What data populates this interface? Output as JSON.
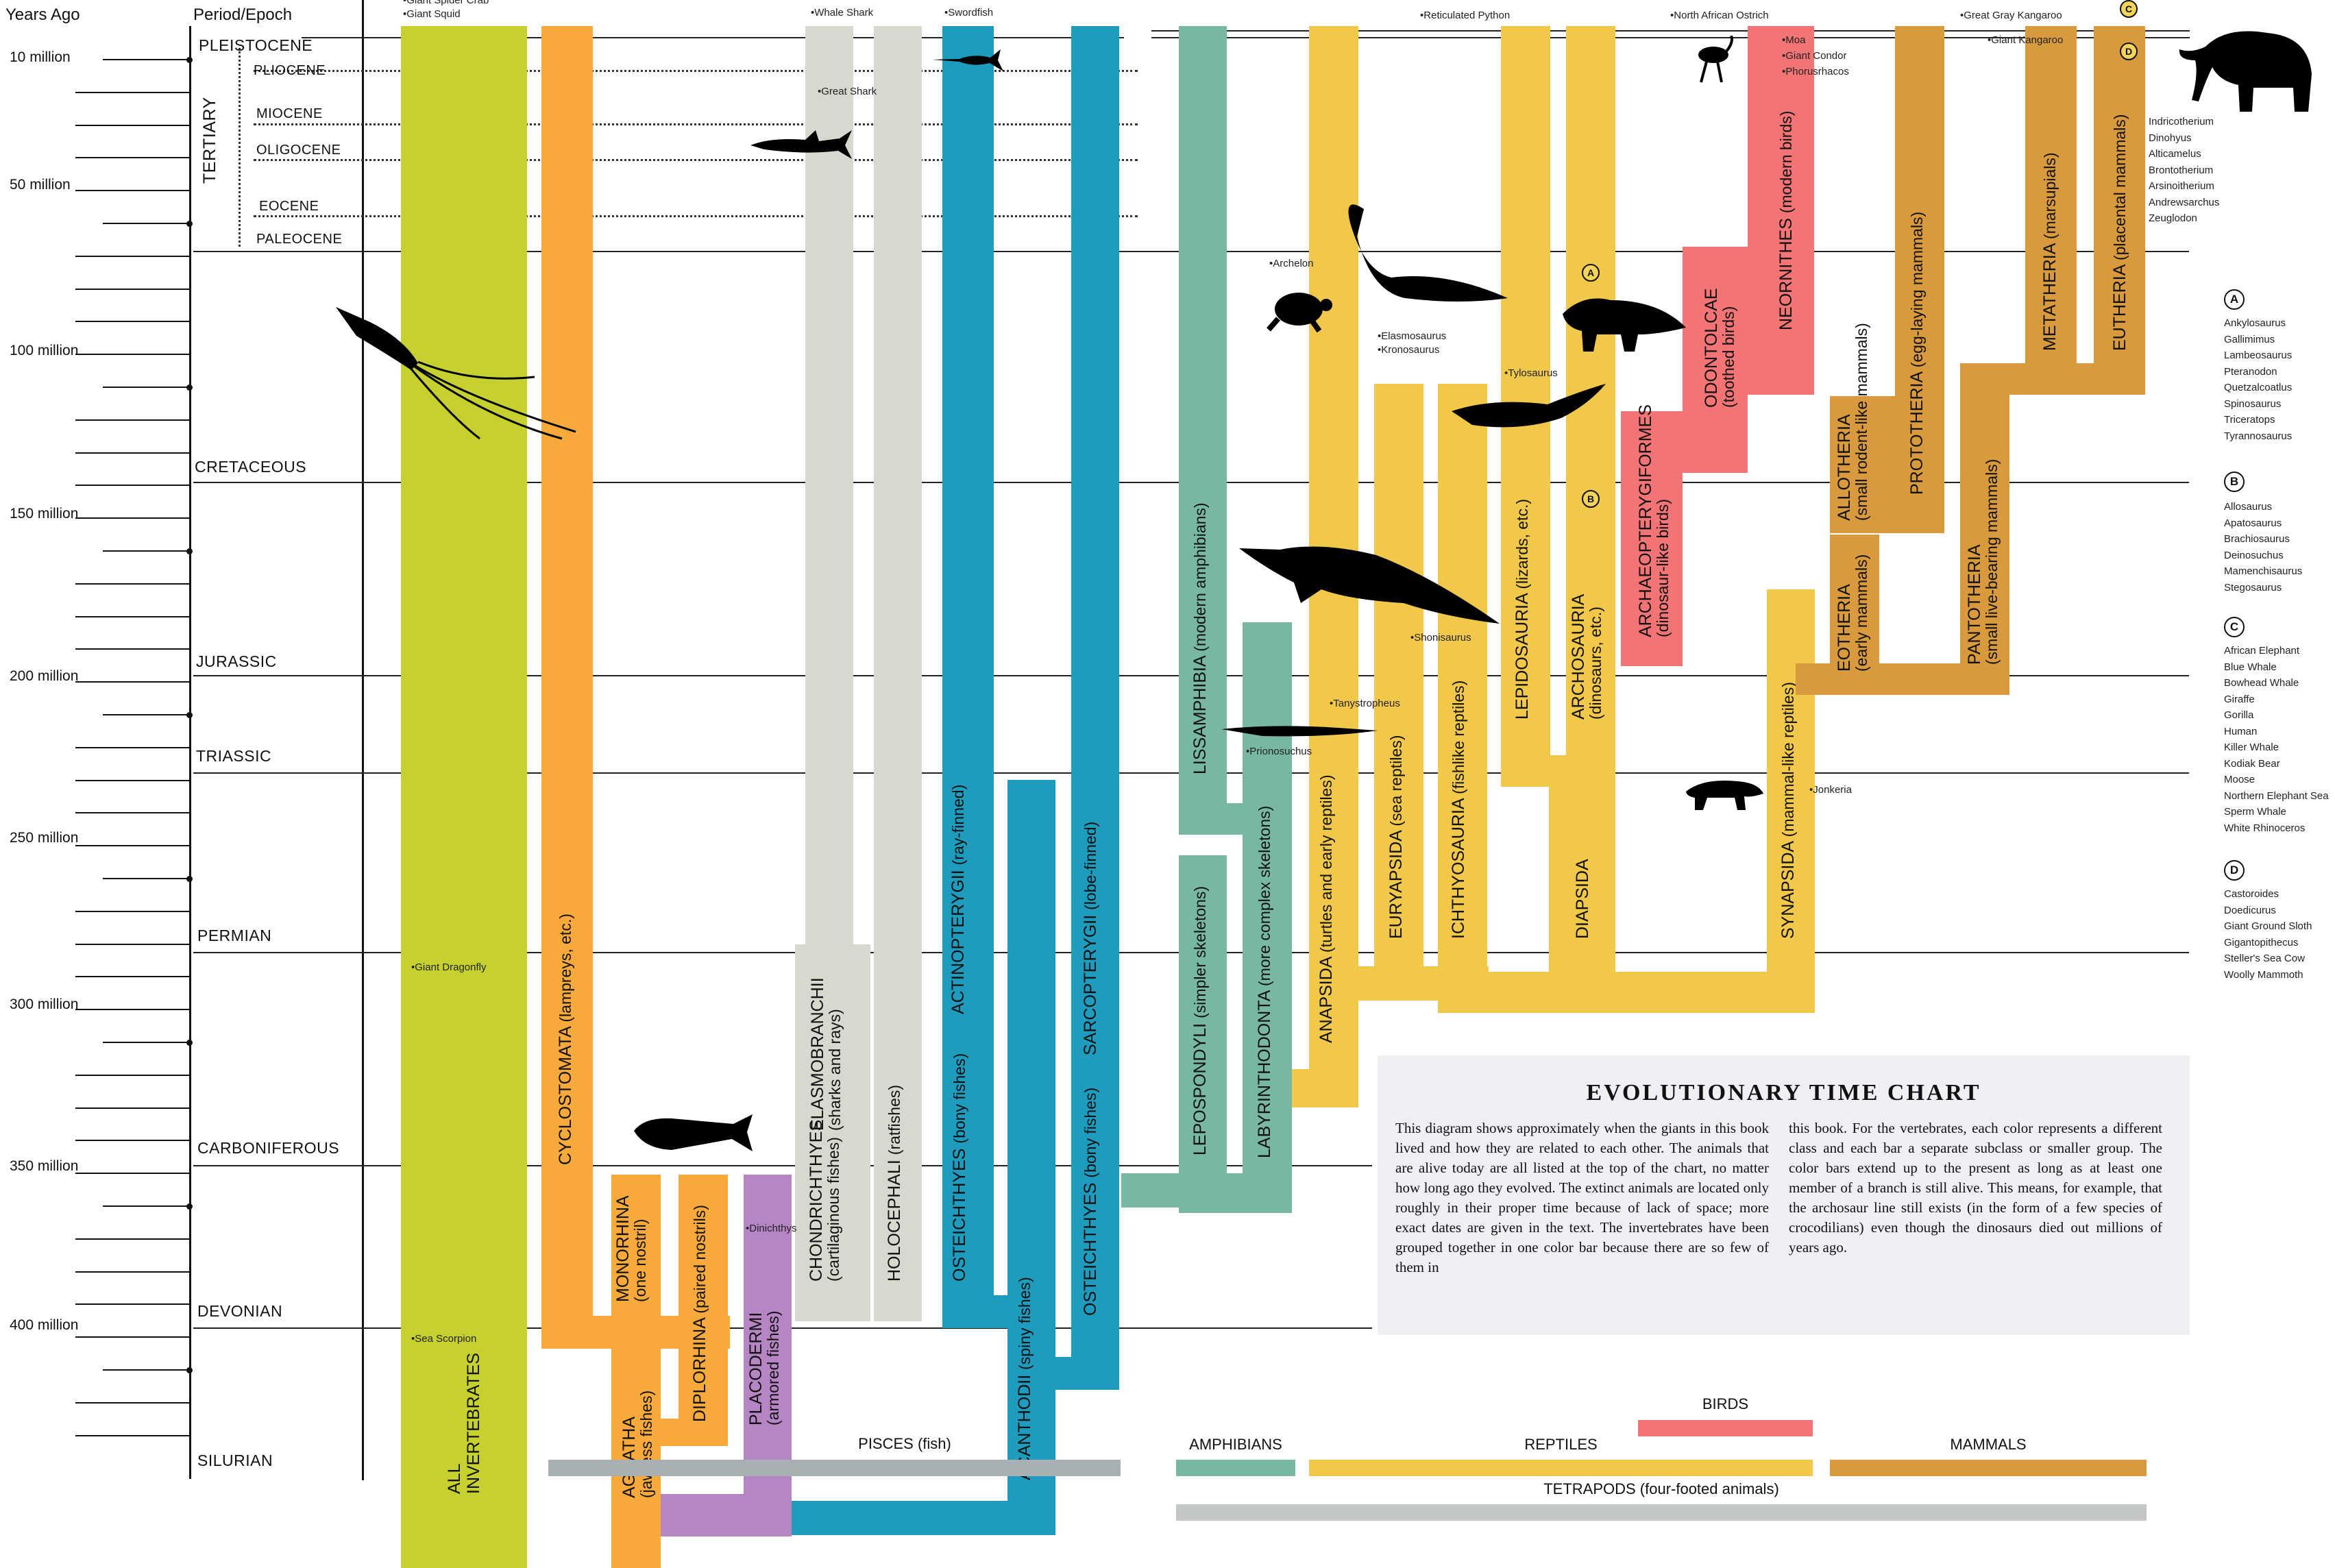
{
  "header": {
    "years_ago": "Years Ago",
    "period_epoch": "Period/Epoch"
  },
  "years_axis": [
    "10 million",
    "50 million",
    "100 million",
    "150 million",
    "200 million",
    "250 million",
    "300 million",
    "350 million",
    "400 million"
  ],
  "periods": {
    "pleistocene": "PLEISTOCENE",
    "pliocene": "PLIOCENE",
    "miocene": "MIOCENE",
    "oligocene": "OLIGOCENE",
    "eocene": "EOCENE",
    "paleocene": "PALEOCENE",
    "tertiary": "TERTIARY",
    "cretaceous": "CRETACEOUS",
    "jurassic": "JURASSIC",
    "triassic": "TRIASSIC",
    "permian": "PERMIAN",
    "carboniferous": "CARBONIFEROUS",
    "devonian": "DEVONIAN",
    "silurian": "SILURIAN"
  },
  "bars": {
    "invertebrates": "ALL INVERTEBRATES",
    "cyclostomata": {
      "name": "CYCLOSTOMATA",
      "sub": "(lampreys, etc.)"
    },
    "monorhina": {
      "name": "MONORHINA",
      "sub": "(one nostril)"
    },
    "diplorhina": {
      "name": "DIPLORHINA",
      "sub": "(paired nostrils)"
    },
    "agnatha": {
      "name": "AGNATHA",
      "sub": "(jawless fishes)"
    },
    "placodermi": {
      "name": "PLACODERMI",
      "sub": "(armored fishes)"
    },
    "chondrichthyes": {
      "name": "CHONDRICHTHYES",
      "sub": "(cartilaginous fishes)"
    },
    "elasmobranchii": {
      "name": "ELASMOBRANCHII",
      "sub": "(sharks and rays)"
    },
    "holocephali": {
      "name": "HOLOCEPHALI",
      "sub": "(ratfishes)"
    },
    "osteichthyes_ray": {
      "name": "OSTEICHTHYES",
      "sub": "(bony fishes)"
    },
    "actinopterygii": {
      "name": "ACTINOPTERYGII",
      "sub": "(ray-finned)"
    },
    "acanthodii": {
      "name": "ACANTHODII",
      "sub": "(spiny fishes)"
    },
    "osteichthyes": {
      "name": "OSTEICHTHYES",
      "sub": "(bony fishes)"
    },
    "sarcopterygii": {
      "name": "SARCOPTERYGII",
      "sub": "(lobe-finned)"
    },
    "lissamphibia": {
      "name": "LISSAMPHIBIA",
      "sub": "(modern amphibians)"
    },
    "lepospondyli": {
      "name": "LEPOSPONDYLI",
      "sub": "(simpler skeletons)"
    },
    "labyrinthodonta": {
      "name": "LABYRINTHODONTA",
      "sub": "(more complex skeletons)"
    },
    "anapsida": {
      "name": "ANAPSIDA",
      "sub": "(turtles and early reptiles)"
    },
    "euryapsida": {
      "name": "EURYAPSIDA",
      "sub": "(sea reptiles)"
    },
    "ichthyosauria": {
      "name": "ICHTHYOSAURIA",
      "sub": "(fishlike reptiles)"
    },
    "lepidosauria": {
      "name": "LEPIDOSAURIA",
      "sub": "(lizards, etc.)"
    },
    "archosauria": {
      "name": "ARCHOSAURIA",
      "sub": "(dinosaurs, etc.)"
    },
    "diapsida": {
      "name": "DIAPSIDA",
      "sub": ""
    },
    "archaeopterygiformes": {
      "name": "ARCHAEOPTERYGIFORMES",
      "sub": "(dinosaur-like birds)"
    },
    "odontolcae": {
      "name": "ODONTOLCAE",
      "sub": "(toothed birds)"
    },
    "neornithes": {
      "name": "NEORNITHES",
      "sub": "(modern birds)"
    },
    "synapsida": {
      "name": "SYNAPSIDA",
      "sub": "(mammal-like reptiles)"
    },
    "eotheria": {
      "name": "EOTHERIA",
      "sub": "(early mammals)"
    },
    "allotheria": {
      "name": "ALLOTHERIA",
      "sub": "(small rodent-like mammals)"
    },
    "prototheria": {
      "name": "PROTOTHERIA",
      "sub": "(egg-laying mammals)"
    },
    "pantotheria": {
      "name": "PANTOTHERIA",
      "sub": "(small live-bearing mammals)"
    },
    "metatheria": {
      "name": "METATHERIA",
      "sub": "(marsupials)"
    },
    "eutheria": {
      "name": "EUTHERIA",
      "sub": "(placental mammals)"
    }
  },
  "species": {
    "giant_squid": "Giant Squid",
    "giant_spider_crab": "Giant Spider Crab",
    "giant_dragonfly": "Giant Dragonfly",
    "sea_scorpion": "Sea Scorpion",
    "whale_shark": "Whale Shark",
    "great_shark": "Great Shark",
    "swordfish": "Swordfish",
    "dinichthys": "Dinichthys",
    "prionosuchus": "Prionosuchus",
    "reticulated_python": "Reticulated Python",
    "archelon": "Archelon",
    "elasmosaurus": "Elasmosaurus",
    "kronosaurus": "Kronosaurus",
    "tylosaurus": "Tylosaurus",
    "shonisaurus": "Shonisaurus",
    "tanystropheus": "Tanystropheus",
    "north_african_ostrich": "North African Ostrich",
    "moa": "Moa",
    "giant_condor": "Giant Condor",
    "phorusrhacos": "Phorusrhacos",
    "jonkeria": "Jonkeria",
    "great_gray_kangaroo": "Great Gray Kangaroo",
    "giant_kangaroo": "Giant Kangaroo"
  },
  "eutheria_list": [
    "Indricotherium",
    "Dinohyus",
    "Alticamelus",
    "Brontotherium",
    "Arsinoitherium",
    "Andrewsarchus",
    "Zeuglodon"
  ],
  "legend_groups": [
    {
      "letter": "A",
      "items": [
        "Ankylosaurus",
        "Gallimimus",
        "Lambeosaurus",
        "Pteranodon",
        "Quetzalcoatlus",
        "Spinosaurus",
        "Triceratops",
        "Tyrannosaurus"
      ]
    },
    {
      "letter": "B",
      "items": [
        "Allosaurus",
        "Apatosaurus",
        "Brachiosaurus",
        "Deinosuchus",
        "Mamenchisaurus",
        "Stegosaurus"
      ]
    },
    {
      "letter": "C",
      "items": [
        "African Elephant",
        "Blue Whale",
        "Bowhead Whale",
        "Giraffe",
        "Gorilla",
        "Human",
        "Killer Whale",
        "Kodiak Bear",
        "Moose",
        "Northern Elephant Sea",
        "Sperm Whale",
        "White Rhinoceros"
      ]
    },
    {
      "letter": "D",
      "items": [
        "Castoroides",
        "Doedicurus",
        "Giant Ground Sloth",
        "Gigantopithecus",
        "Steller's Sea Cow",
        "Woolly Mammoth"
      ]
    }
  ],
  "groups": {
    "pisces": "PISCES (fish)",
    "amphibians": "AMPHIBIANS",
    "reptiles": "REPTILES",
    "birds": "BIRDS",
    "mammals": "MAMMALS",
    "tetrapods": "TETRAPODS (four-footed animals)"
  },
  "info_box": {
    "title": "EVOLUTIONARY TIME CHART",
    "col1": "This diagram shows approximately when the giants in this book lived and how they are related to each other. The animals that are alive today are all listed at the top of the chart, no matter how long ago they evolved. The extinct animals are located only roughly in their proper time because of lack of space; more exact dates are given in the text. The invertebrates have been grouped together in one color bar because there are so few of them in",
    "col2": "this book. For the vertebrates, each color represents a different class and each bar a separate subclass or smaller group. The color bars extend up to the present as long as at least one member of a branch is still alive. This means, for example, that the archosaur line still exists (in the form of a few species of crocodilians) even though the dinosaurs died out millions of years ago."
  },
  "colors": {
    "invertebrates": "#c6d12f",
    "cyclostomes": "#f7a93b",
    "placoderms": "#b585c4",
    "sharks": "#d5d9ce",
    "bony_fish": "#1e9bbd",
    "amphibians": "#78b8a0",
    "reptiles": "#f2c84b",
    "birds": "#f27474",
    "mammals": "#d89a3c",
    "pisces_group": "#a9b0b3"
  }
}
